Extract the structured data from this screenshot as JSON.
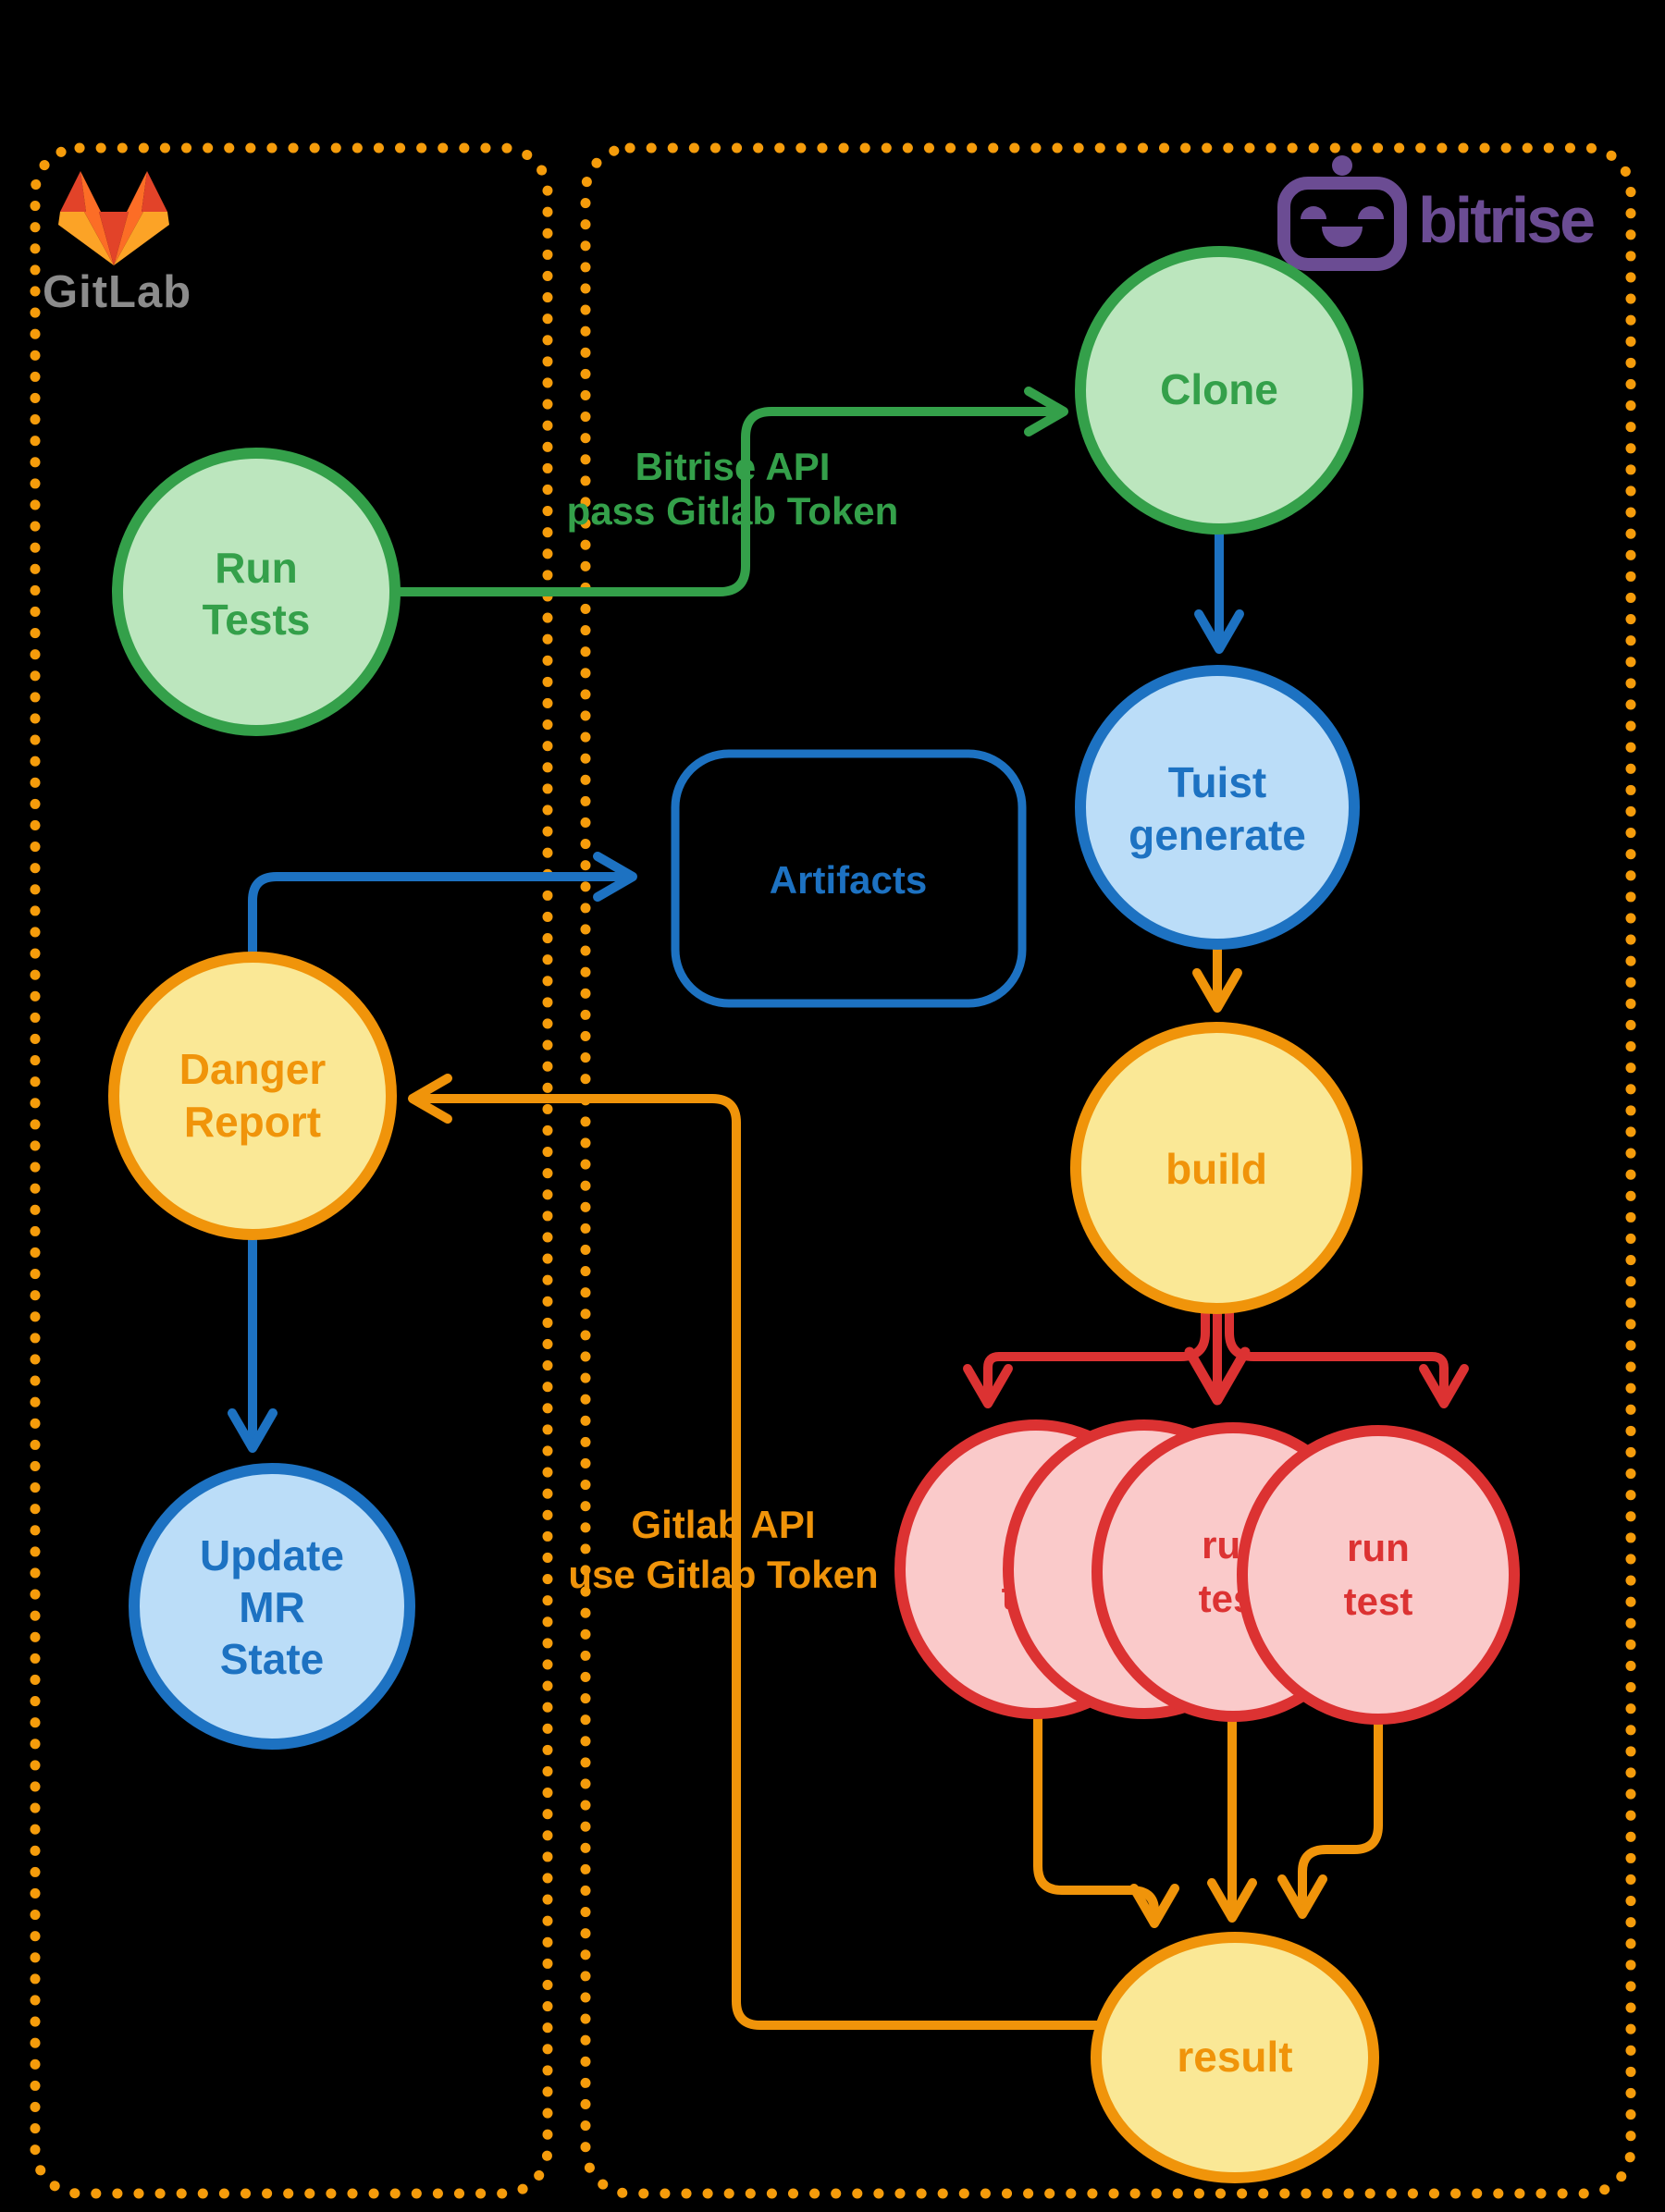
{
  "palette": {
    "background": "#000000",
    "container_border": "#F59C0B",
    "green": "#34A04A",
    "green_fill": "#BCE6BE",
    "blue": "#1D72C2",
    "blue_fill": "#BBDDF8",
    "orange": "#F0940A",
    "orange_fill": "#FAE896",
    "red": "#DC3232",
    "red_fill": "#FACACA",
    "bitrise_purple": "#6B4C93",
    "gitlab_text_gray": "#8C8C8C",
    "gitlab_logo_dark": "#E24329",
    "gitlab_logo_mid": "#FC6D26",
    "gitlab_logo_light": "#FCA326"
  },
  "containers": {
    "gitlab": {
      "label": "GitLab"
    },
    "bitrise": {
      "label": "bitrise"
    }
  },
  "nodes": {
    "run_tests": {
      "line1": "Run",
      "line2": "Tests"
    },
    "clone": {
      "label": "Clone"
    },
    "tuist_generate": {
      "line1": "Tuist",
      "line2": "generate"
    },
    "artifacts": {
      "label": "Artifacts"
    },
    "build": {
      "label": "build"
    },
    "danger_report": {
      "line1": "Danger",
      "line2": "Report"
    },
    "update_mr_state": {
      "line1": "Update",
      "line2": "MR",
      "line3": "State"
    },
    "run_test": {
      "line1": "run",
      "line2": "test"
    },
    "result": {
      "label": "result"
    }
  },
  "edge_labels": {
    "bitrise_api": {
      "line1": "Bitrise API",
      "line2": "pass Gitlab Token"
    },
    "gitlab_api": {
      "line1": "Gitlab API",
      "line2": "use Gitlab Token"
    }
  }
}
